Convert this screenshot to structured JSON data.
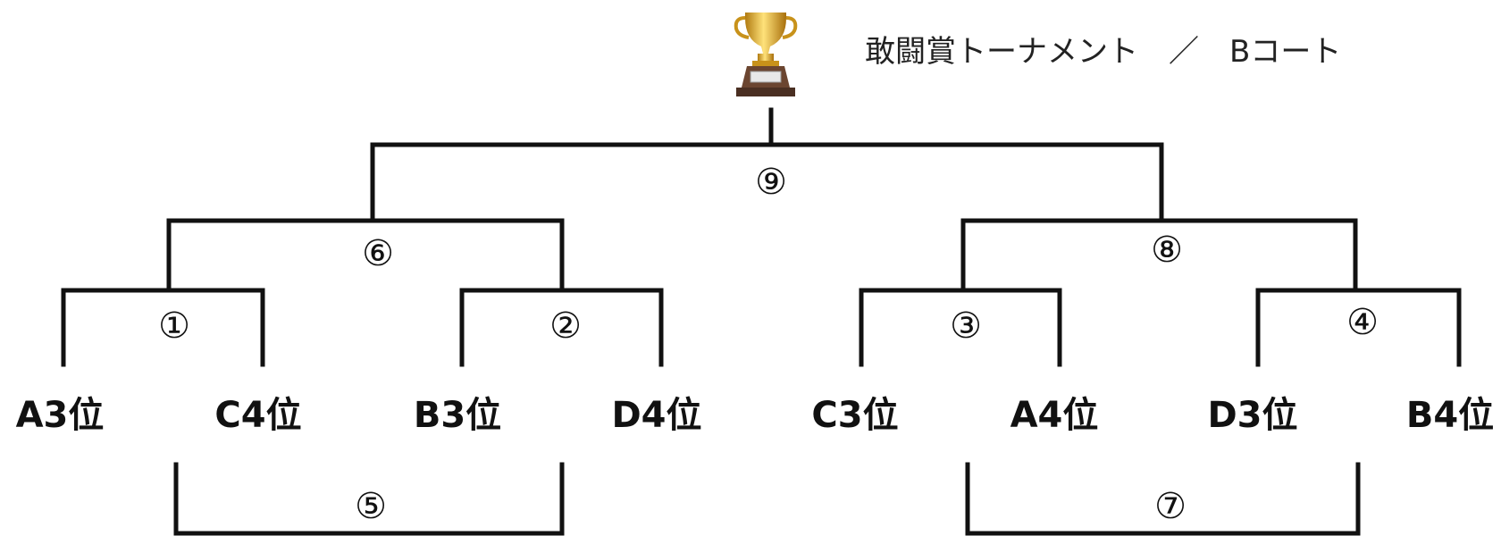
{
  "title": "敢闘賞トーナメント　／　Bコート",
  "icons": {
    "trophy": "trophy-icon"
  },
  "teams": [
    "A3位",
    "C4位",
    "B3位",
    "D4位",
    "C3位",
    "A4位",
    "D3位",
    "B4位"
  ],
  "matches": {
    "m1": "①",
    "m2": "②",
    "m3": "③",
    "m4": "④",
    "m5": "⑤",
    "m6": "⑥",
    "m7": "⑦",
    "m8": "⑧",
    "m9": "⑨"
  },
  "colors": {
    "line": "#111111",
    "text": "#111111",
    "trophy_gold": "#d9a520",
    "trophy_base": "#5a3a2a"
  }
}
